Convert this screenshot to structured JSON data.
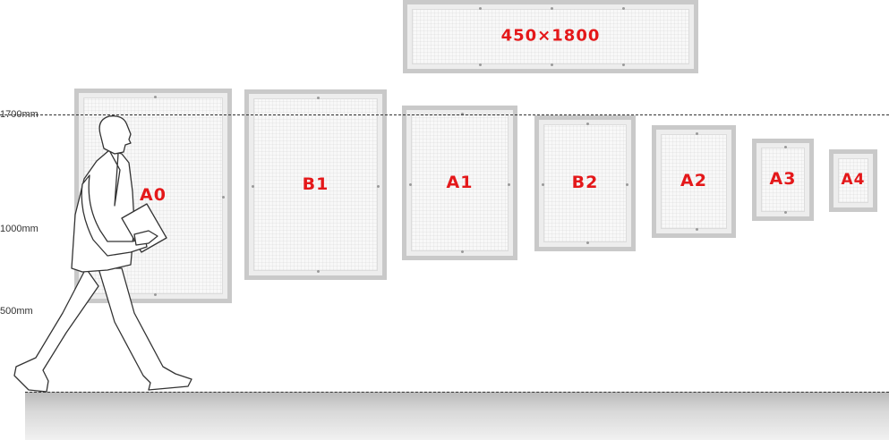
{
  "height_marks": [
    {
      "label": "1700mm"
    },
    {
      "label": "1000mm"
    },
    {
      "label": "500mm"
    }
  ],
  "frames": [
    {
      "label": "A0"
    },
    {
      "label": "B1"
    },
    {
      "label": "A1"
    },
    {
      "label": "B2"
    },
    {
      "label": "A2"
    },
    {
      "label": "A3"
    },
    {
      "label": "A4"
    },
    {
      "label": "450×1800"
    }
  ],
  "colors": {
    "label_red": "#e4181a",
    "frame_gray": "#c9c9c9"
  },
  "figure": {
    "icon": "walking-businessman-icon"
  }
}
